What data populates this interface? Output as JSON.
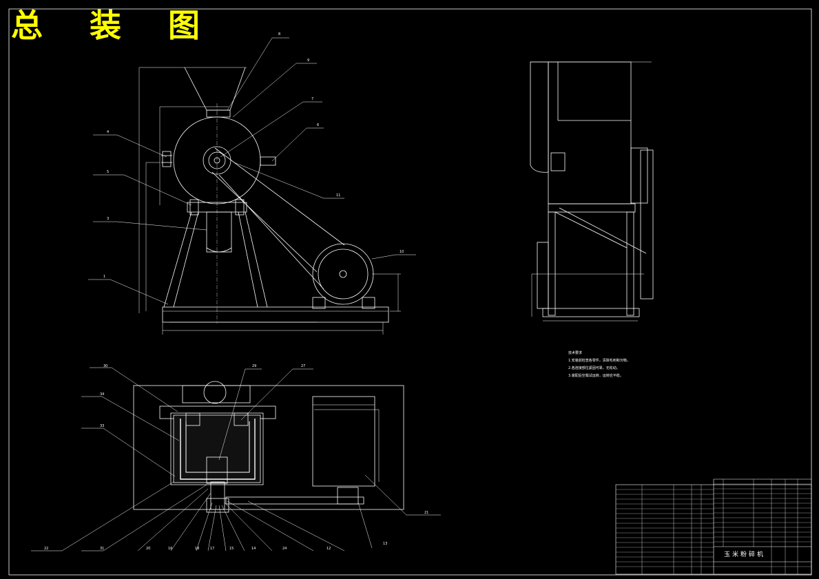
{
  "drawing": {
    "title": "总 装 图",
    "machine_name": "玉米粉碎机",
    "tech_notes": {
      "heading": "技术要求",
      "lines": [
        "1.安装前检查各零件，清除毛刺和污物。",
        "2.各连接部位紧固可靠，无松动。",
        "3.装配后空载试运转，运转应平稳。"
      ]
    },
    "front_view_callouts": [
      "4",
      "5",
      "3",
      "1",
      "6",
      "8",
      "7",
      "9",
      "11",
      "10"
    ],
    "plan_view_callouts": [
      "30",
      "34",
      "33",
      "29",
      "27",
      "21",
      "13",
      "22",
      "31",
      "20",
      "16",
      "18",
      "17",
      "15",
      "14",
      "24",
      "12"
    ]
  },
  "colors": {
    "background": "#000000",
    "lines": "#ffffff",
    "title": "#ffff00"
  }
}
